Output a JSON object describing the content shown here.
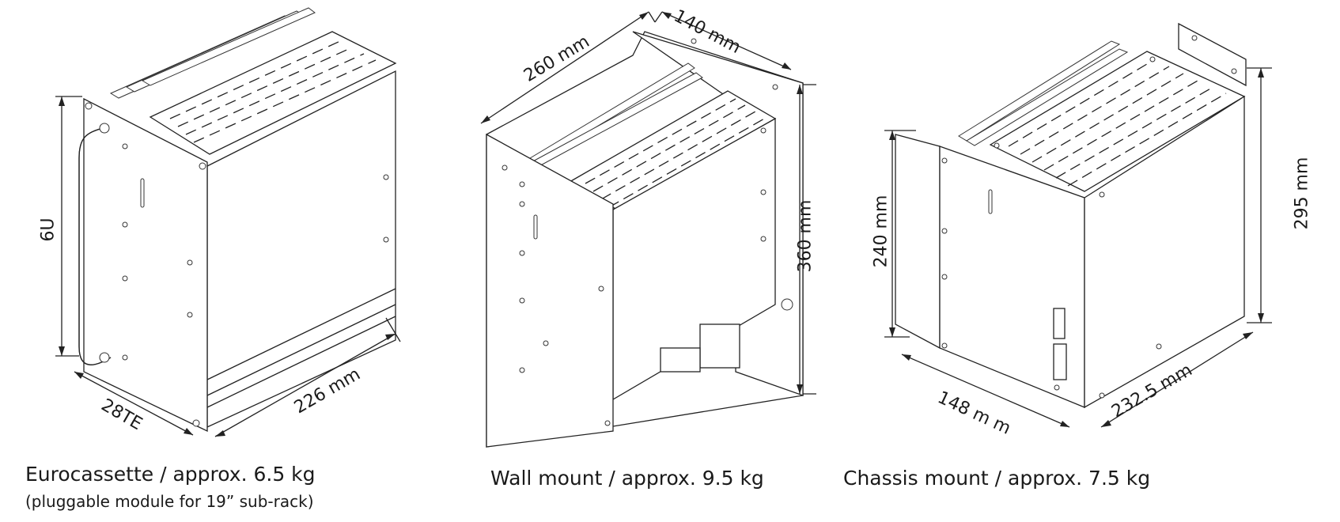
{
  "figures": [
    {
      "id": "eurocassette",
      "caption": "Eurocassette / approx. 6.5 kg",
      "subcaption": "(pluggable module for 19” sub-rack)",
      "dimensions": {
        "height": "6U",
        "width": "28TE",
        "depth": "226  mm"
      }
    },
    {
      "id": "wall-mount",
      "caption": "Wall mount / approx. 9.5 kg",
      "dimensions": {
        "width": "260 mm",
        "depth": "140 mm",
        "height": "360 mm"
      }
    },
    {
      "id": "chassis-mount",
      "caption": "Chassis mount / approx. 7.5 kg",
      "dimensions": {
        "height_front": "240 mm",
        "height_total": "295 mm",
        "width": "148 m m",
        "depth": "232.5  mm"
      }
    }
  ]
}
